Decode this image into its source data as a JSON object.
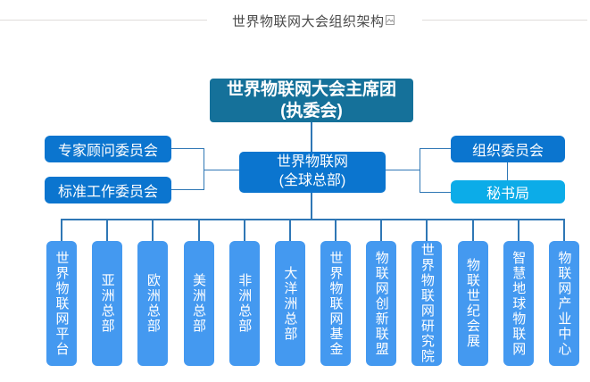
{
  "header": {
    "title": "世界物联网大会组织架构",
    "icon": "broken-image-icon"
  },
  "org_chart": {
    "root": {
      "label": "世界物联网大会主席团\n(执委会)"
    },
    "hub": {
      "label": "世界物联网\n(全球总部)"
    },
    "left_committees": [
      {
        "label": "专家顾问委员会"
      },
      {
        "label": "标准工作委员会"
      }
    ],
    "right_committees": [
      {
        "label": "组织委员会"
      },
      {
        "label": "秘书局"
      }
    ],
    "branches": [
      {
        "label": "世界物联网平台"
      },
      {
        "label": "亚洲总部"
      },
      {
        "label": "欧洲总部"
      },
      {
        "label": "美洲总部"
      },
      {
        "label": "非洲总部"
      },
      {
        "label": "大洋洲总部"
      },
      {
        "label": "世界物联网基金"
      },
      {
        "label": "物联网创新联盟"
      },
      {
        "label": "世界物联网研究院"
      },
      {
        "label": "物联世纪会展"
      },
      {
        "label": "智慧地球物联网"
      },
      {
        "label": "物联网产业中心"
      }
    ],
    "colors": {
      "root_bg": "#15719a",
      "committee_bg": "#0b75cf",
      "secretariat_bg": "#0cace8",
      "branch_bg": "#4499f0",
      "line_color": "#2f77b5",
      "title_color": "#4a4a4a",
      "divider_color": "#e0ddda"
    }
  }
}
